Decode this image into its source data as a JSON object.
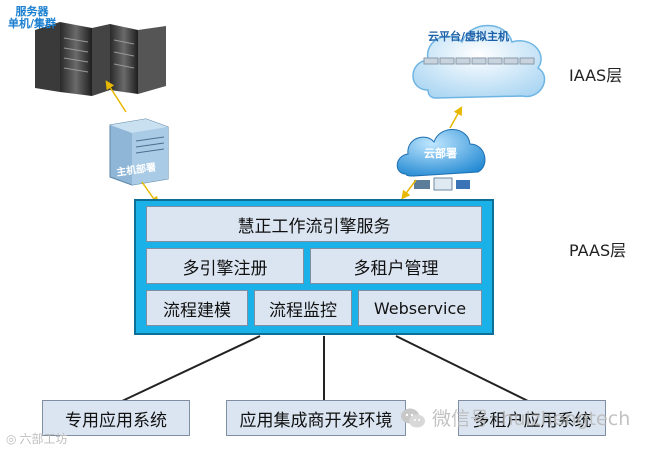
{
  "layers": {
    "iaas": "IAAS层",
    "paas": "PAAS层"
  },
  "cloud_top": {
    "label": "云平台/虚拟主机"
  },
  "cloud_deploy": {
    "label": "云部署"
  },
  "servers": {
    "line1": "服务器",
    "line2": "单机/集群"
  },
  "host_deploy": {
    "label": "主机部署"
  },
  "engine": {
    "title": "慧正工作流引擎服务",
    "row2": [
      "多引擎注册",
      "多租户管理"
    ],
    "row3": [
      "流程建模",
      "流程监控",
      "Webservice"
    ]
  },
  "apps": [
    "专用应用系统",
    "应用集成商开发环境",
    "多租户应用系统"
  ],
  "watermark": {
    "left": "六部工坊",
    "right": "微信号: huizhengtech"
  },
  "colors": {
    "engine_bg": "#1ab0e8",
    "module_bg": "#dbe5f1",
    "arrow": "#e8b800",
    "server_label": "#1a7fd0"
  }
}
